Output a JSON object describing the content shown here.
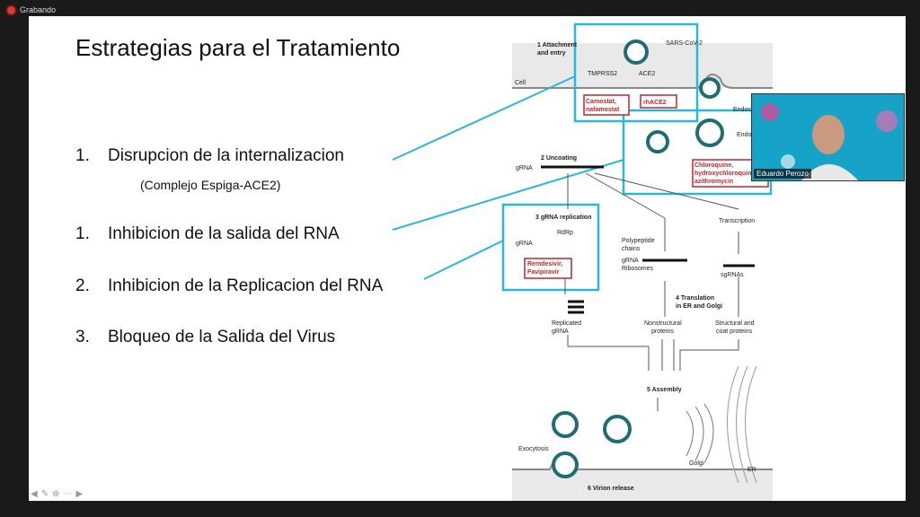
{
  "recording": {
    "label": "Grabando"
  },
  "slide": {
    "title": "Estrategias para el Tratamiento",
    "items": [
      {
        "num": "1.",
        "text": "Disrupcion de la internalizacion"
      },
      {
        "num": "1.",
        "text": "Inhibicion de la salida del RNA"
      },
      {
        "num": "2.",
        "text": "Inhibicion de la Replicacion del RNA"
      },
      {
        "num": "3.",
        "text": "Bloqueo de la Salida del Virus"
      }
    ],
    "subnote": "(Complejo Espiga-ACE2)"
  },
  "diagram": {
    "step1": "1 Attachment",
    "step1b": "and entry",
    "sars": "SARS-CoV-2",
    "tmprss2": "TMPRSS2",
    "ace2": "ACE2",
    "cell": "Cell",
    "drug1a": "Camostat,",
    "drug1b": "nafamostat",
    "drug2": "rhACE2",
    "endo": "Endos",
    "endo2": "Endo",
    "step2": "2 Uncoating",
    "grna": "gRNA",
    "drug3a": "Chloroquine,",
    "drug3b": "hydroxychloroquine,",
    "drug3c": "azithromycin",
    "step3": "3 gRNA replication",
    "rdrp": "RdRp",
    "drug4a": "Remdesivir,",
    "drug4b": "Favipiravir",
    "poly1": "Polypeptide",
    "poly2": "chains",
    "ribo": "Ribosomes",
    "transcription": "Transcription",
    "sgrnas": "sgRNAs",
    "step4a": "4 Translation",
    "step4b": "in ER and Golgi",
    "rep1": "Replicated",
    "rep2": "gRNA",
    "nonstruct1": "Nonstructural",
    "nonstruct2": "proteins",
    "struct1": "Structural and",
    "struct2": "coat proteins",
    "step5": "5 Assembly",
    "exo": "Exocytosis",
    "golgi": "Golgi",
    "er": "ER",
    "step6": "6 Virion release"
  },
  "participant": {
    "name": "Eduardo Perozo"
  },
  "colors": {
    "highlight": "#2bb7d9",
    "drug": "#c0262b",
    "virus": "#1f6d73"
  }
}
